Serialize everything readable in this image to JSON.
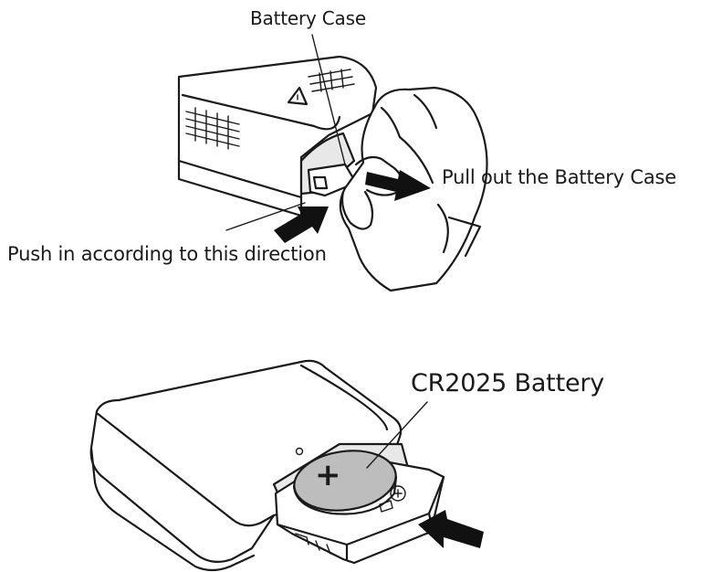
{
  "labels": {
    "battery_case": "Battery Case",
    "pull_out": "Pull out the Battery Case",
    "push_in": "Push in according to this direction",
    "battery_type": "CR2025 Battery"
  },
  "battery_symbol": "+",
  "icons": {
    "push_arrow": "arrow-up-right-icon",
    "pull_arrow": "arrow-down-right-icon",
    "insert_arrow": "arrow-left-icon"
  }
}
